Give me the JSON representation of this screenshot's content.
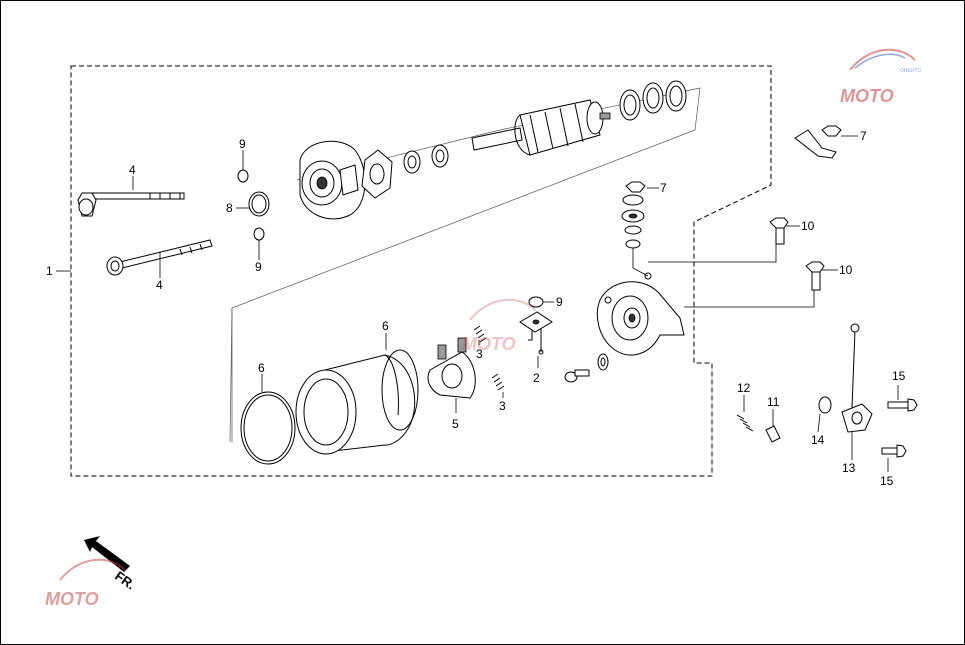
{
  "callouts": [
    {
      "id": "c1",
      "text": "1"
    },
    {
      "id": "c2",
      "text": "2"
    },
    {
      "id": "c3a",
      "text": "3"
    },
    {
      "id": "c3b",
      "text": "3"
    },
    {
      "id": "c4a",
      "text": "4"
    },
    {
      "id": "c4b",
      "text": "4"
    },
    {
      "id": "c5",
      "text": "5"
    },
    {
      "id": "c6a",
      "text": "6"
    },
    {
      "id": "c6b",
      "text": "6"
    },
    {
      "id": "c7a",
      "text": "7"
    },
    {
      "id": "c7b",
      "text": "7"
    },
    {
      "id": "c8",
      "text": "8"
    },
    {
      "id": "c9a",
      "text": "9"
    },
    {
      "id": "c9b",
      "text": "9"
    },
    {
      "id": "c9c",
      "text": "9"
    },
    {
      "id": "c10a",
      "text": "10"
    },
    {
      "id": "c10b",
      "text": "10"
    },
    {
      "id": "c11",
      "text": "11"
    },
    {
      "id": "c12",
      "text": "12"
    },
    {
      "id": "c13",
      "text": "13"
    },
    {
      "id": "c14",
      "text": "14"
    },
    {
      "id": "c15a",
      "text": "15"
    },
    {
      "id": "c15b",
      "text": "15"
    }
  ],
  "direction_label": "FR.",
  "watermark": {
    "logo_text": "MOTO",
    "caption": "OHERTO"
  }
}
